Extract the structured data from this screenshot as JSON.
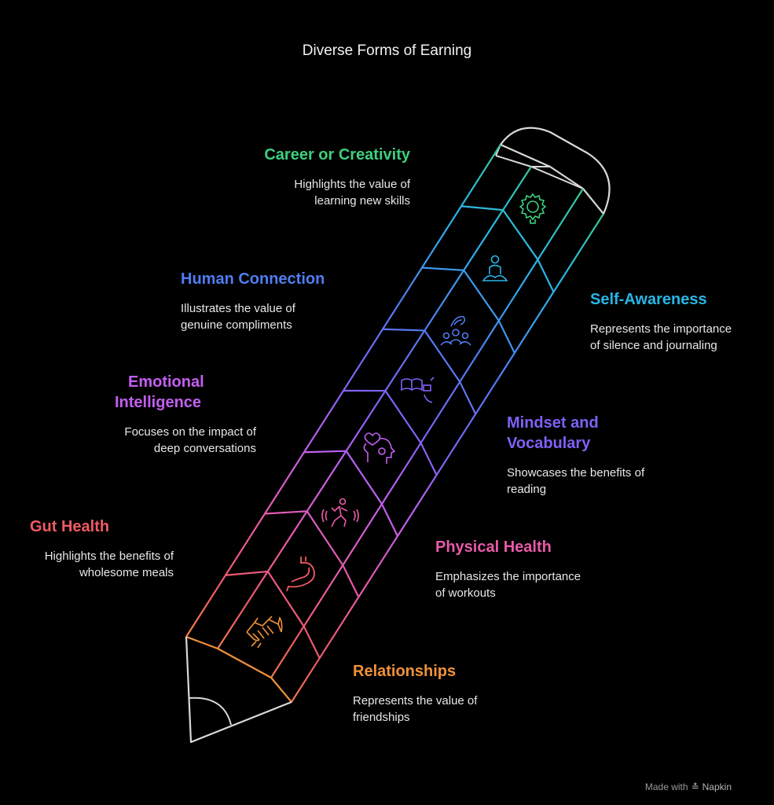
{
  "title": "Diverse Forms of Earning",
  "items": [
    {
      "title": "Career or Creativity",
      "desc_lines": [
        "Highlights the value of",
        "learning new skills"
      ],
      "color": "#3ecf7e",
      "icon": "gear-bulb-icon"
    },
    {
      "title": "Self-Awareness",
      "desc_lines": [
        "Represents the importance",
        "of silence and journaling"
      ],
      "color": "#29b6e8",
      "icon": "meditation-icon"
    },
    {
      "title": "Human Connection",
      "desc_lines": [
        "Illustrates the value of",
        "genuine compliments"
      ],
      "color": "#4f7df2",
      "icon": "group-people-icon"
    },
    {
      "title": "Mindset and Vocabulary",
      "title_lines": [
        "Mindset and",
        "Vocabulary"
      ],
      "desc_lines": [
        "Showcases the benefits of",
        "reading"
      ],
      "color": "#7e62f5",
      "icon": "book-icon"
    },
    {
      "title": "Emotional Intelligence",
      "title_lines": [
        "Emotional",
        "Intelligence"
      ],
      "desc_lines": [
        "Focuses on the impact of",
        "deep conversations"
      ],
      "color": "#c25ff0",
      "icon": "heart-head-icon"
    },
    {
      "title": "Physical Health",
      "desc_lines": [
        "Emphasizes the importance",
        "of workouts"
      ],
      "color": "#e85aa8",
      "icon": "running-icon"
    },
    {
      "title": "Gut Health",
      "desc_lines": [
        "Highlights the benefits of",
        "wholesome meals"
      ],
      "color": "#ef5a63",
      "icon": "stomach-icon"
    },
    {
      "title": "Relationships",
      "desc_lines": [
        "Represents the value of",
        "friendships"
      ],
      "color": "#f0913a",
      "icon": "handshake-icon"
    }
  ],
  "footer": {
    "made_with": "Made with",
    "brand": "Napkin"
  }
}
